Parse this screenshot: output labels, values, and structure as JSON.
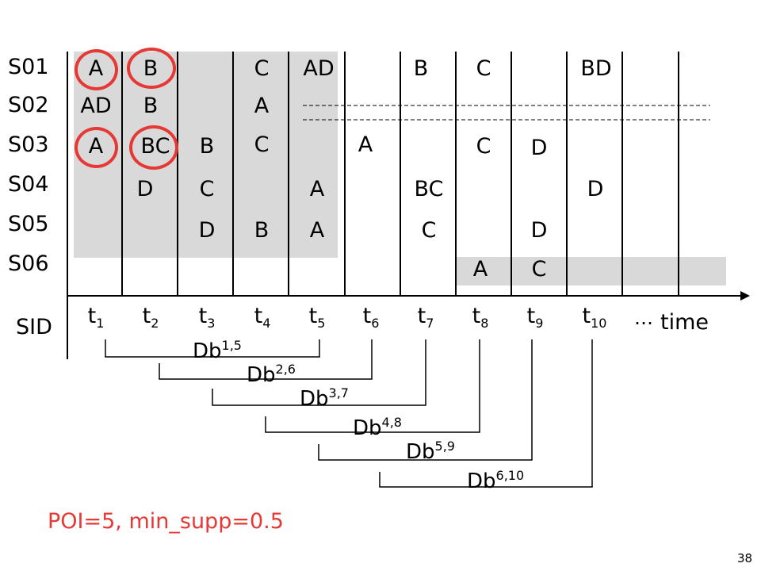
{
  "sids": [
    "S01",
    "S02",
    "S03",
    "S04",
    "S05",
    "S06"
  ],
  "sid_header": "SID",
  "ticks": [
    "t",
    "t",
    "t",
    "t",
    "t",
    "t",
    "t",
    "t",
    "t",
    "t"
  ],
  "tick_subs": [
    "1",
    "2",
    "3",
    "4",
    "5",
    "6",
    "7",
    "8",
    "9",
    "10"
  ],
  "ellipsis": "…",
  "time_label": "time",
  "cells": {
    "c_1_1": "A",
    "c_1_2": "B",
    "c_1_4": "C",
    "c_1_5": "AD",
    "c_1_7": "B",
    "c_1_8": "C",
    "c_1_10": "BD",
    "c_2_1": "AD",
    "c_2_2": "B",
    "c_2_4": "A",
    "c_3_1": "A",
    "c_3_2": "BC",
    "c_3_3": "B",
    "c_3_4": "C",
    "c_3_6": "A",
    "c_3_8": "C",
    "c_3_9": "D",
    "c_4_2": "D",
    "c_4_3": "C",
    "c_4_5": "A",
    "c_4_7": "BC",
    "c_4_10": "D",
    "c_5_3": "D",
    "c_5_4": "B",
    "c_5_5": "A",
    "c_5_7": "C",
    "c_5_9": "D",
    "c_6_8": "A",
    "c_6_9": "C"
  },
  "windows": [
    {
      "base": "Db",
      "sup": "1,5"
    },
    {
      "base": "Db",
      "sup": "2,6"
    },
    {
      "base": "Db",
      "sup": "3,7"
    },
    {
      "base": "Db",
      "sup": "4,8"
    },
    {
      "base": "Db",
      "sup": "5,9"
    },
    {
      "base": "Db",
      "sup": "6,10"
    }
  ],
  "footer": "POI=5, min_supp=0.5",
  "page_number": "38",
  "colors": {
    "highlight": "#e53935",
    "shade": "#d9d9d9"
  }
}
